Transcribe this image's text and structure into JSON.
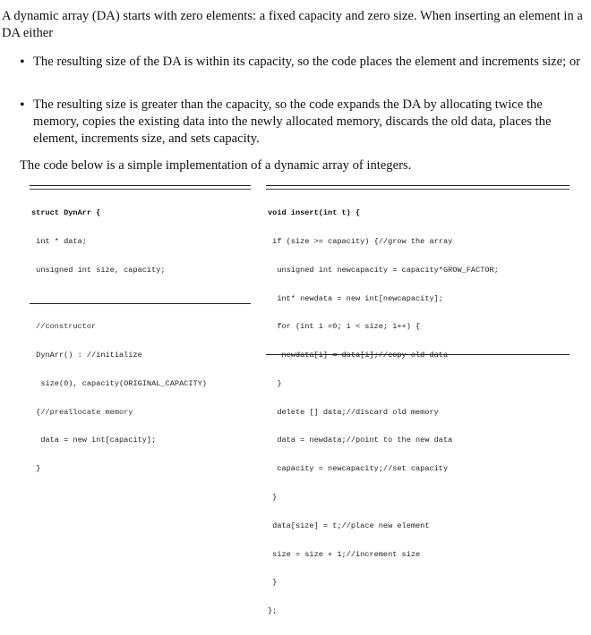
{
  "intro": "A dynamic array (DA) starts with zero elements: a fixed capacity and zero size. When inserting an element in a DA either",
  "bullets": [
    "The resulting size of the DA is within its capacity, so the code places the element and increments size; or",
    "The resulting size is greater than the capacity, so the code expands the DA by allocating twice the memory, copies the existing data into the newly allocated memory, discards the old data, places the element, increments size, and sets capacity."
  ],
  "bullet_symbol": "•",
  "code_intro": "The code below is a simple implementation of a dynamic array of integers.",
  "code_left": [
    "struct DynArr {",
    " int * data;",
    " unsigned int size, capacity;",
    "",
    " //constructor",
    " DynArr() : //initialize",
    "  size(0), capacity(ORIGINAL_CAPACITY)",
    " {//preallocate memory",
    "  data = new int[capacity];",
    " }"
  ],
  "code_right": [
    "void insert(int t) {",
    " if (size >= capacity) {//grow the array",
    "  unsigned int newcapacity = capacity*GROW_FACTOR;",
    "  int* newdata = new int[newcapacity];",
    "  for (int i =0; i < size; i++) {",
    "   newdata[i] = data[i];//copy old data",
    "  }",
    "  delete [] data;//discard old memory",
    "  data = newdata;//point to the new data",
    "  capacity = newcapacity;//set capacity",
    " }",
    " data[size] = t;//place new element",
    " size = size + 1;//increment size",
    " }",
    "};"
  ]
}
